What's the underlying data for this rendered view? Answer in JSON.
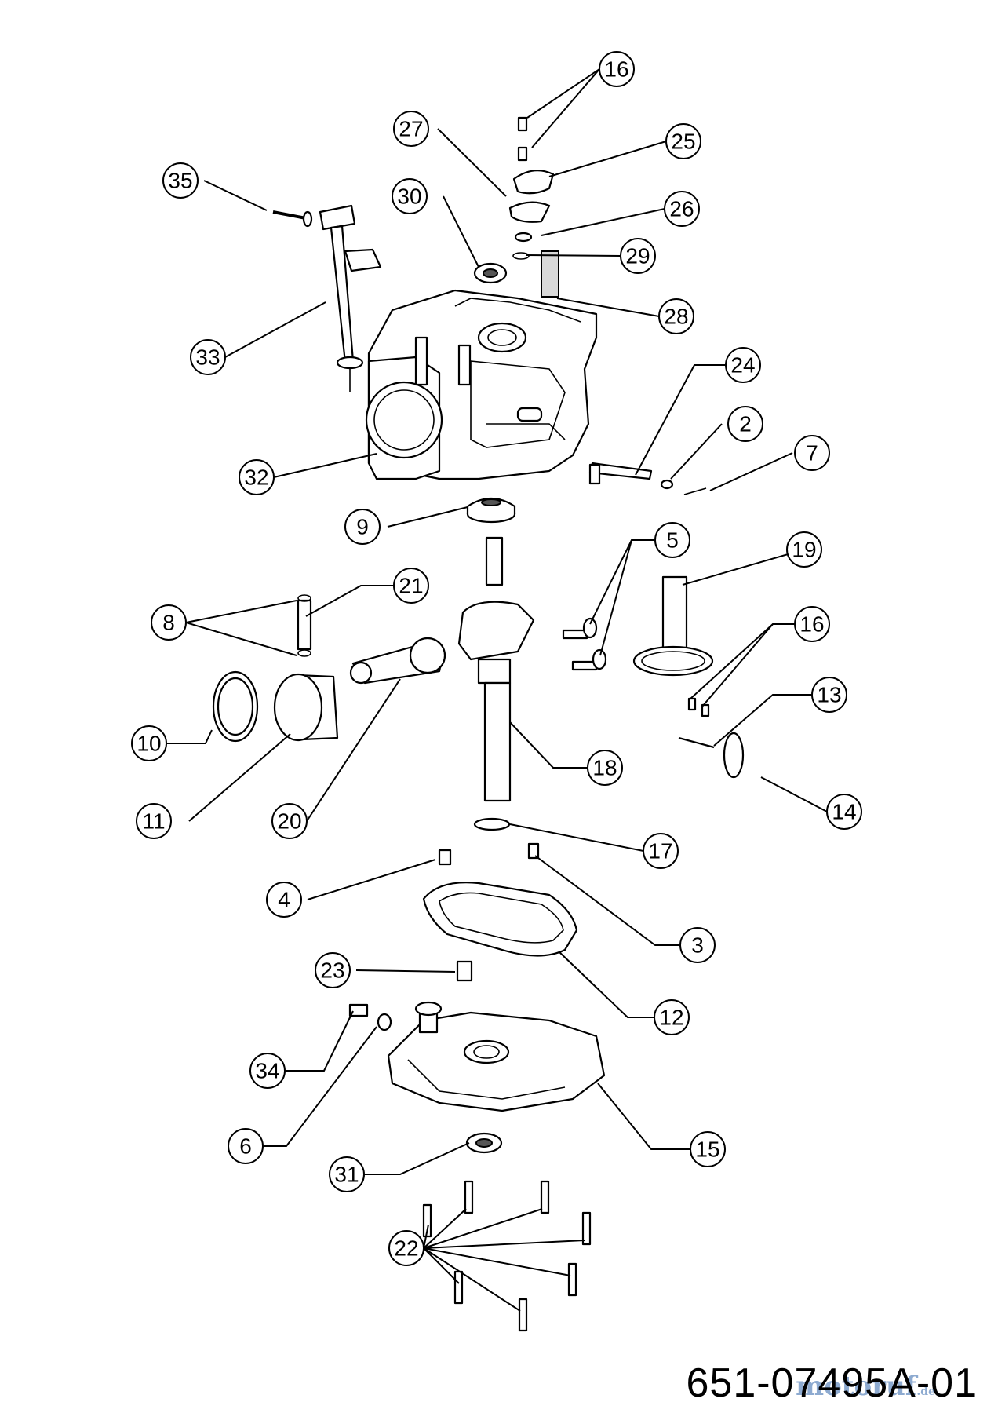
{
  "document_number": "651-07495A-01",
  "watermark": "motoruf",
  "watermark_suffix": ".de",
  "callout_labels": [
    "16",
    "25",
    "27",
    "26",
    "30",
    "29",
    "28",
    "35",
    "33",
    "24",
    "2",
    "7",
    "32",
    "9",
    "5",
    "19",
    "21",
    "8",
    "16",
    "13",
    "10",
    "11",
    "20",
    "18",
    "14",
    "17",
    "4",
    "3",
    "12",
    "23",
    "34",
    "15",
    "6",
    "31",
    "22"
  ],
  "accent_color": "#000000"
}
